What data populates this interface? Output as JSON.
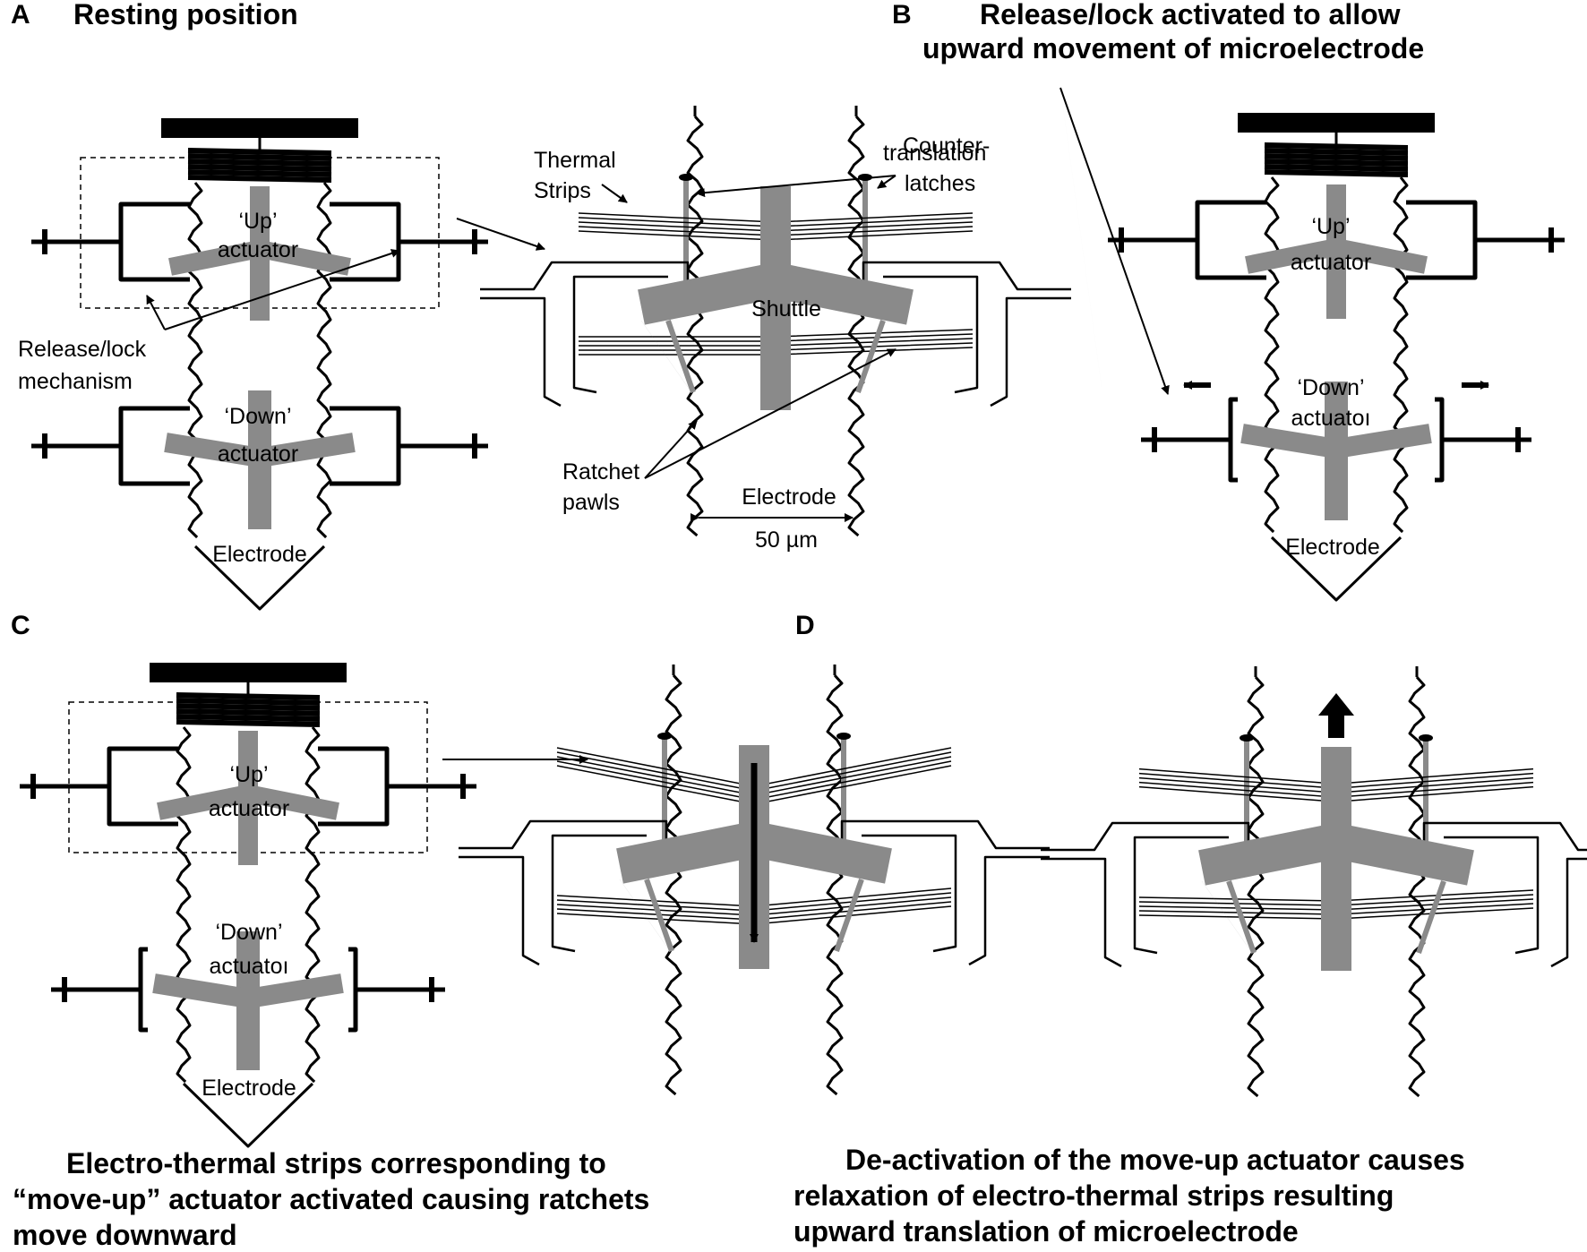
{
  "panels": {
    "a": {
      "letter": "A",
      "title": "Resting position"
    },
    "b": {
      "letter": "B",
      "title_line1": "Release/lock activated to allow",
      "title_line2": "upward movement of microelectrode"
    },
    "c": {
      "letter": "C",
      "caption_line1": "Electro-thermal strips corresponding to",
      "caption_line2": "“move-up” actuator activated causing ratchets",
      "caption_line3": "move downward"
    },
    "d": {
      "letter": "D",
      "caption_line1": "De-activation of the move-up actuator causes",
      "caption_line2": "relaxation of electro-thermal strips resulting",
      "caption_line3": "upward translation of microelectrode"
    }
  },
  "labels": {
    "up_actuator_1": "‘Up’",
    "up_actuator_2": "actuator",
    "down_actuator_1": "‘Down’",
    "down_actuator_2": "actuator",
    "down_actuator_2_clipped": "actuatoı",
    "electrode": "Electrode",
    "release_lock_1": "Release/lock",
    "release_lock_2": "mechanism",
    "thermal_strips_1": "Thermal",
    "thermal_strips_2": "Strips",
    "counter_translation_1": "Counter-",
    "counter_translation_2": "translation",
    "counter_translation_3": "latches",
    "shuttle": "Shuttle",
    "ratchet_pawls_1": "Ratchet",
    "ratchet_pawls_2": "pawls",
    "scale": "50 µm"
  },
  "colors": {
    "line": "#000000",
    "actuator_gray": "#8a8a8a",
    "pawl_gray": "#8a8a8a",
    "background": "#ffffff"
  }
}
